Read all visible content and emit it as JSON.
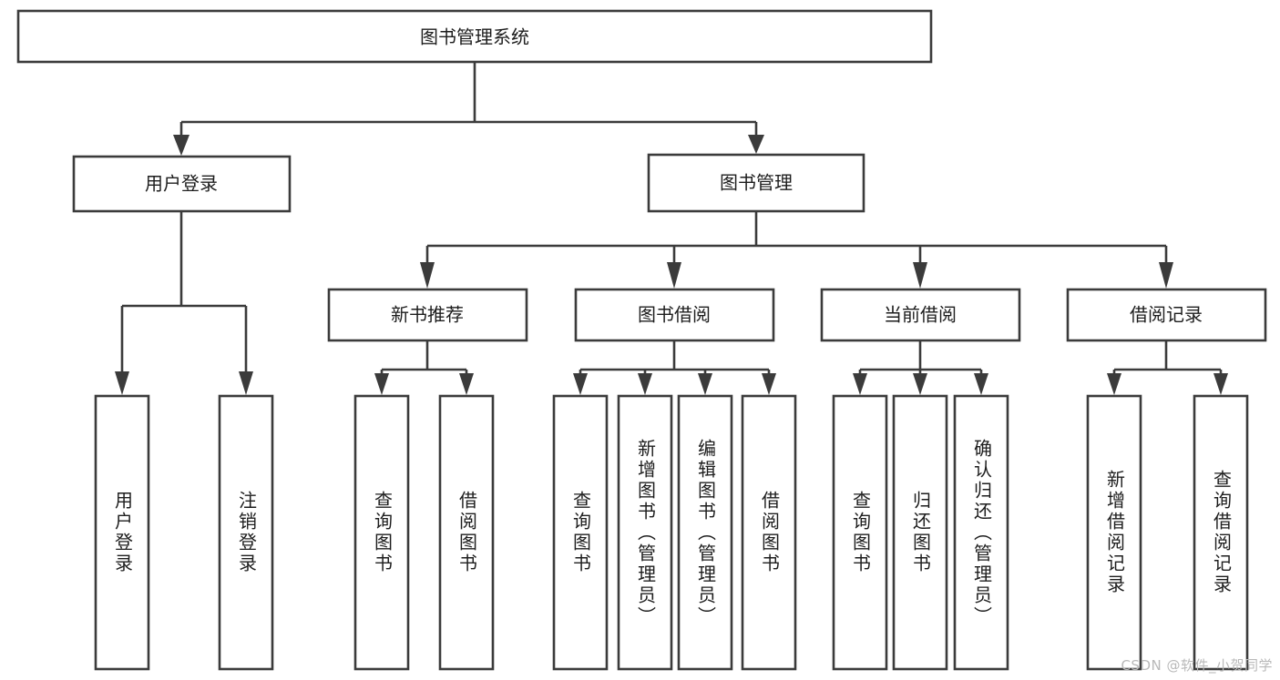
{
  "diagram": {
    "type": "tree-hierarchy-chart",
    "title": "图书管理系统",
    "watermark": "CSDN @软件_小贺同学",
    "colors": {
      "background": "#ffffff",
      "box_fill": "#ffffff",
      "box_stroke": "#3b3b3b",
      "text": "#1d1d1d",
      "watermark": "#b9b9b9"
    },
    "levels": [
      {
        "level": 1,
        "nodes": [
          {
            "id": "root",
            "label": "图书管理系统",
            "orientation": "horizontal"
          }
        ]
      },
      {
        "level": 2,
        "nodes": [
          {
            "id": "login",
            "label": "用户登录",
            "orientation": "horizontal",
            "parent": "root"
          },
          {
            "id": "bookmgmt",
            "label": "图书管理",
            "orientation": "horizontal",
            "parent": "root"
          }
        ]
      },
      {
        "level": 3,
        "nodes": [
          {
            "id": "newbook",
            "label": "新书推荐",
            "orientation": "horizontal",
            "parent": "bookmgmt"
          },
          {
            "id": "borrow",
            "label": "图书借阅",
            "orientation": "horizontal",
            "parent": "bookmgmt"
          },
          {
            "id": "current",
            "label": "当前借阅",
            "orientation": "horizontal",
            "parent": "bookmgmt"
          },
          {
            "id": "records",
            "label": "借阅记录",
            "orientation": "horizontal",
            "parent": "bookmgmt"
          }
        ]
      },
      {
        "level": 4,
        "nodes": [
          {
            "id": "leaf1",
            "label": "用户登录",
            "orientation": "vertical",
            "parent": "login"
          },
          {
            "id": "leaf2",
            "label": "注销登录",
            "orientation": "vertical",
            "parent": "login"
          },
          {
            "id": "leaf3",
            "label": "查询图书",
            "orientation": "vertical",
            "parent": "newbook"
          },
          {
            "id": "leaf4",
            "label": "借阅图书",
            "orientation": "vertical",
            "parent": "newbook"
          },
          {
            "id": "leaf5",
            "label": "查询图书",
            "orientation": "vertical",
            "parent": "borrow"
          },
          {
            "id": "leaf6",
            "label": "新增图书（管理员）",
            "orientation": "vertical",
            "parent": "borrow"
          },
          {
            "id": "leaf7",
            "label": "编辑图书（管理员）",
            "orientation": "vertical",
            "parent": "borrow"
          },
          {
            "id": "leaf8",
            "label": "借阅图书",
            "orientation": "vertical",
            "parent": "borrow"
          },
          {
            "id": "leaf9",
            "label": "查询图书",
            "orientation": "vertical",
            "parent": "current"
          },
          {
            "id": "leaf10",
            "label": "归还图书",
            "orientation": "vertical",
            "parent": "current"
          },
          {
            "id": "leaf11",
            "label": "确认归还（管理员）",
            "orientation": "vertical",
            "parent": "current"
          },
          {
            "id": "leaf12",
            "label": "新增借阅记录",
            "orientation": "vertical",
            "parent": "records"
          },
          {
            "id": "leaf13",
            "label": "查询借阅记录",
            "orientation": "vertical",
            "parent": "records"
          }
        ]
      }
    ]
  }
}
